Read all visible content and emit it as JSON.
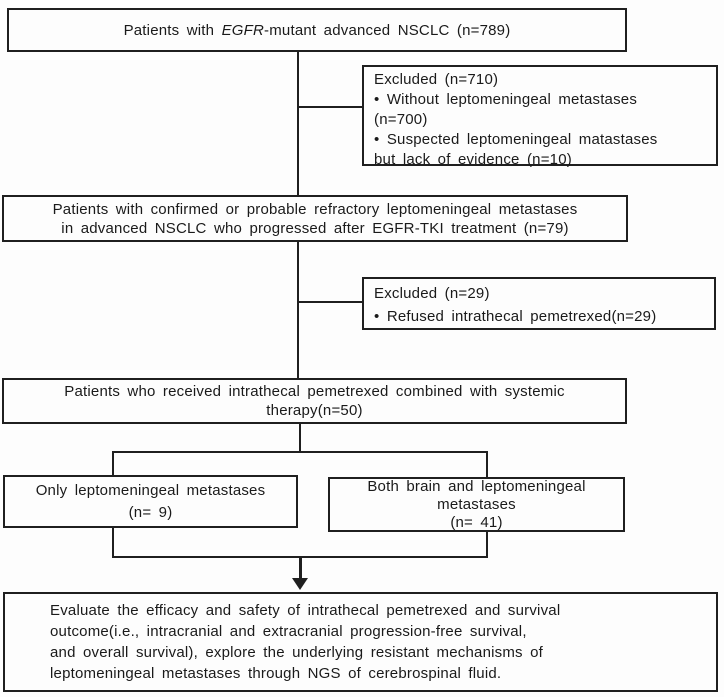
{
  "diagram": {
    "colors": {
      "line": "#1f1f1f",
      "text": "#1a1a1a",
      "background": "#fdfdfd"
    },
    "box_enrolled": {
      "text_prefix": "Patients with ",
      "text_italic": "EGFR",
      "text_suffix": "-mutant advanced NSCLC (n=789)"
    },
    "box_excluded_1": {
      "title": "Excluded (n=710)",
      "lines": [
        "• Without leptomeningeal metastases",
        "(n=700)",
        "• Suspected leptomeningeal matastases",
        "but lack of evidence (n=10)"
      ]
    },
    "box_confirmed": {
      "lines": [
        "Patients with confirmed or probable refractory leptomeningeal metastases",
        "in advanced NSCLC who progressed after EGFR-TKI treatment (n=79)"
      ]
    },
    "box_excluded_2": {
      "title": "Excluded (n=29)",
      "lines": [
        "• Refused intrathecal pemetrexed(n=29)"
      ]
    },
    "box_treated": {
      "lines": [
        "Patients who received intrathecal pemetrexed combined with systemic",
        "therapy(n=50)"
      ]
    },
    "box_only_lm": {
      "lines": [
        "Only leptomeningeal metastases",
        "(n= 9)"
      ]
    },
    "box_both": {
      "lines": [
        "Both brain and leptomeningeal",
        "metastases",
        "(n= 41)"
      ]
    },
    "box_outcome": {
      "lines": [
        "Evaluate the efficacy and safety of intrathecal pemetrexed and survival",
        "outcome(i.e., intracranial and extracranial progression-free survival,",
        "and overall survival), explore the underlying resistant mechanisms of",
        "leptomeningeal metastases through NGS of cerebrospinal fluid."
      ]
    }
  }
}
